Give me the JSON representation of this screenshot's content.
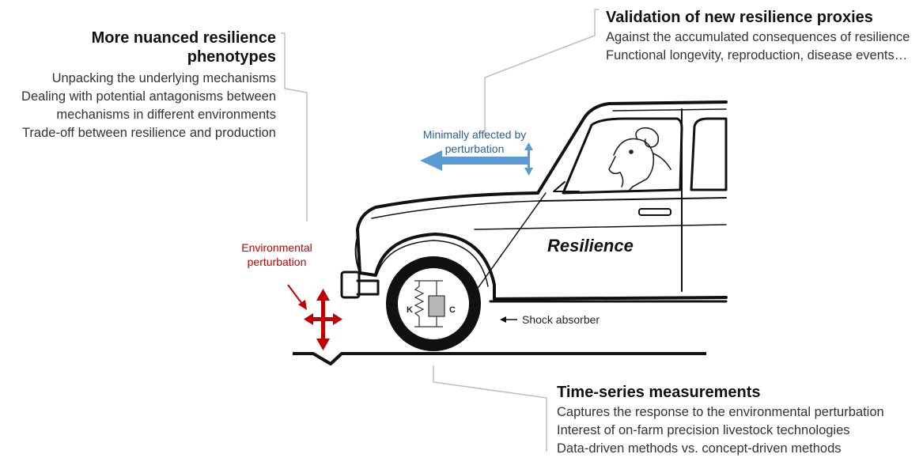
{
  "left_block": {
    "title_line1": "More nuanced resilience",
    "title_line2": "phenotypes",
    "lines": [
      "Unpacking the underlying mechanisms",
      "Dealing with potential antagonisms between",
      "mechanisms in different environments",
      "Trade-off between resilience and production"
    ]
  },
  "top_block": {
    "title": "Validation of new resilience proxies",
    "lines": [
      "Against the accumulated consequences of resilience",
      "Functional longevity, reproduction, disease events…"
    ]
  },
  "bottom_block": {
    "title": "Time-series measurements",
    "lines": [
      "Captures the response to the environmental perturbation",
      "Interest of on-farm precision livestock technologies",
      "Data-driven methods vs. concept-driven methods"
    ]
  },
  "diagram": {
    "perturbation_label_line1": "Environmental",
    "perturbation_label_line2": "perturbation",
    "minimal_label_line1": "Minimally affected by",
    "minimal_label_line2": "perturbation",
    "car_label": "Resilience",
    "shock_label": "Shock absorber",
    "spring_label": "K",
    "damper_label": "C",
    "colors": {
      "perturbation_red": "#c00000",
      "minimal_blue": "#5b9bd5",
      "minimal_text": "#2e5f8f"
    }
  }
}
